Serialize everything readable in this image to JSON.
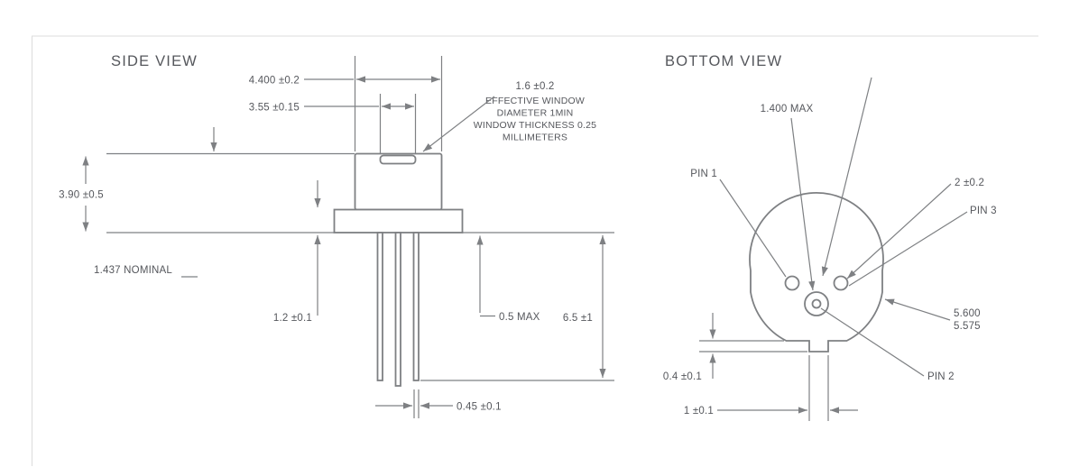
{
  "page": {
    "background": "#ffffff",
    "line_color": "#7e8083",
    "text_color": "#55575c",
    "border_color": "#dcdcdc"
  },
  "side_view": {
    "title": "SIDE VIEW",
    "dims": {
      "cap_diameter": "4.400 ±0.2",
      "window_diameter": "3.55 ±0.15",
      "window_height": "1.6 ±0.2",
      "note_line1": "EFFECTIVE WINDOW",
      "note_line2": "DIAMETER 1MIN",
      "note_line3": "WINDOW THICKNESS 0.25",
      "note_line4": "MILLIMETERS",
      "body_height": "3.90 ±0.5",
      "nominal_height": "1.437 NOMINAL",
      "flange_thickness": "1.2 ±0.1",
      "standoff": "0.5 MAX",
      "lead_length": "6.5 ±1",
      "lead_diameter": "0.45 ±0.1"
    }
  },
  "bottom_view": {
    "title": "BOTTOM VIEW",
    "labels": {
      "center_pin_max": "1.400 MAX",
      "pin1": "PIN 1",
      "pin_pitch": "2 ±0.2",
      "pin3": "PIN 3",
      "flange_dia_max": "5.600",
      "flange_dia_min": "5.575",
      "pin2": "PIN 2",
      "tab_height": "0.4 ±0.1",
      "tab_width": "1 ±0.1"
    }
  }
}
